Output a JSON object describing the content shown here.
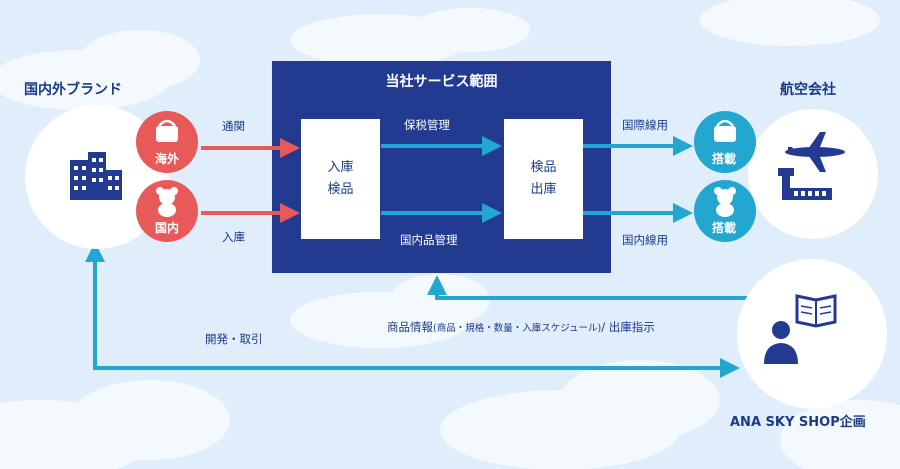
{
  "left_group": {
    "title": "国内外ブランド",
    "overseas": "海外",
    "domestic": "国内"
  },
  "flows_in": {
    "customs": "通関",
    "arrival": "入庫"
  },
  "service": {
    "title": "当社サービス範囲",
    "box_left_line1": "入庫",
    "box_left_line2": "検品",
    "box_right_line1": "検品",
    "box_right_line2": "出庫",
    "bonded": "保税管理",
    "domestic_goods": "国内品管理"
  },
  "flows_out": {
    "intl_use": "国際線用",
    "dom_use": "国内線用"
  },
  "airline": {
    "title": "航空会社",
    "load1": "搭載",
    "load2": "搭載"
  },
  "feedback": {
    "info_main": "商品情報",
    "info_detail": "(商品・規格・数量・入庫スケジュール)",
    "info_tail": "/ 出庫指示",
    "dev": "開発・取引"
  },
  "planner": {
    "title": "ANA SKY SHOP企画"
  },
  "colors": {
    "navy": "#233a91",
    "red": "#e85a5a",
    "cyan": "#23a6cf",
    "background": "#dfeefa"
  }
}
